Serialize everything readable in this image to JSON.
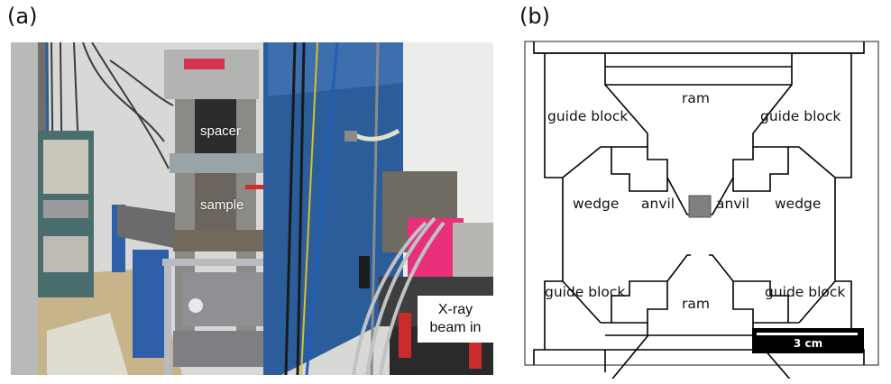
{
  "panels": {
    "a": {
      "label": "(a)",
      "photo_annotations": {
        "spacer": "spacer",
        "sample": "sample",
        "xray_line1": "X-ray",
        "xray_line2": "beam in"
      }
    },
    "b": {
      "label": "(b)",
      "parts": {
        "ram_top": "ram",
        "ram_bottom": "ram",
        "guide_block_tl": "guide block",
        "guide_block_tr": "guide block",
        "guide_block_bl": "guide block",
        "guide_block_br": "guide block",
        "wedge_left": "wedge",
        "wedge_right": "wedge",
        "anvil_left": "anvil",
        "anvil_right": "anvil"
      },
      "scale_bar": "3 cm",
      "colors": {
        "sample_cell": "#808080",
        "outline": "#000000"
      }
    }
  }
}
